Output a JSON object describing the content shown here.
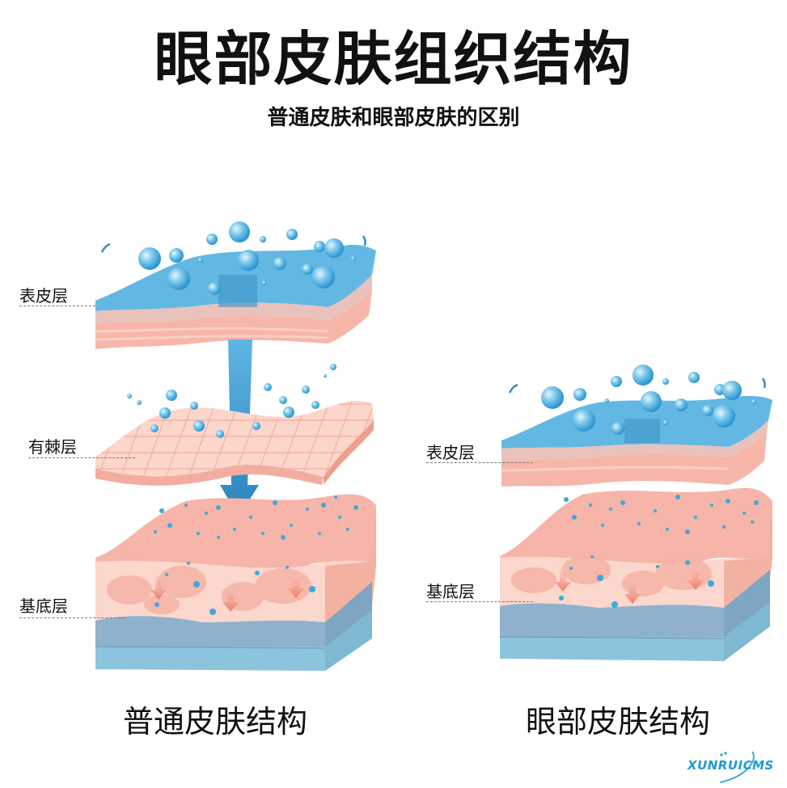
{
  "title": "眼部皮肤组织结构",
  "subtitle": "普通皮肤和眼部皮肤的区别",
  "left_diagram": {
    "caption": "普通皮肤结构",
    "labels": {
      "epidermis": "表皮层",
      "spinous": "有棘层",
      "basal": "基底层"
    }
  },
  "right_diagram": {
    "caption": "眼部皮肤结构",
    "labels": {
      "epidermis": "表皮层",
      "basal": "基底层"
    }
  },
  "watermark": "XUNRUICMS",
  "colors": {
    "water_blue": "#3fa9dc",
    "arrow_blue": "#2e8ec4",
    "skin_pink": "#f6b8ac",
    "skin_light": "#fbd9cf",
    "dermis_blue": "#8fb1cc",
    "base_blue": "#8cc4dd",
    "down_arrow": "#f08a78"
  }
}
